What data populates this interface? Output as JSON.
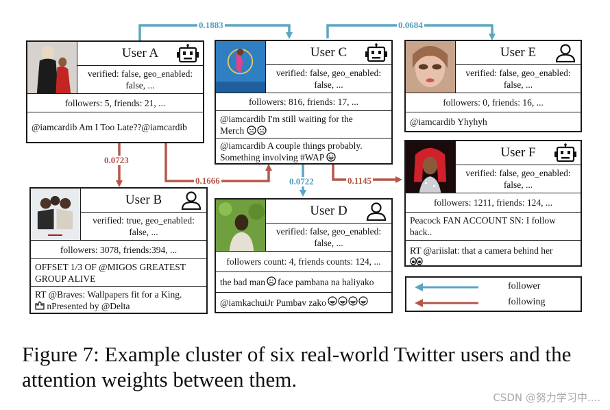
{
  "caption": "Figure 7: Example cluster of six real-world Twitter users and the attention weights between them.",
  "watermark": "CSDN @努力学习中....",
  "colors": {
    "follower": "#5aa6c4",
    "following": "#b5574a"
  },
  "users": {
    "a": {
      "name": "User A",
      "type_icon": "robot-icon",
      "verified": "verified: false, geo_enabled: false, ...",
      "stats": "followers: 5, friends: 21, ...",
      "tweets": [
        "@iamcardib Am I Too Late??@iamcardib"
      ]
    },
    "b": {
      "name": "User B",
      "type_icon": "person-icon",
      "verified": "verified: true, geo_enabled: false, ...",
      "stats": "followers: 3078, friends:394, ...",
      "tweets": [
        "OFFSET 1/3 OF @MIGOS GREATEST GROUP ALIVE",
        "RT @Braves: Wallpapers fit for a King.",
        "nPresented by @Delta"
      ]
    },
    "c": {
      "name": "User C",
      "type_icon": "robot-icon",
      "verified": "verified: false, geo_enabled: false, ...",
      "stats": "followers: 816, friends: 17, ...",
      "tweets": [
        "@iamcardib I'm still waiting for the",
        "Merch",
        "@iamcardib A couple things probably.",
        "Something involving #WAP"
      ]
    },
    "d": {
      "name": "User D",
      "type_icon": "person-icon",
      "verified": "verified: false, geo_enabled: false, ...",
      "stats": "followers count: 4, friends counts: 124, ...",
      "tweets": [
        "the bad man",
        "face pambana na haliyako",
        "@iamkachuiJr Pumbav zako"
      ]
    },
    "e": {
      "name": "User E",
      "type_icon": "person-icon",
      "verified": "verified: false, geo_enabled: false, ...",
      "stats": "followers: 0, friends: 16, ...",
      "tweets": [
        "@iamcardib Yhyhyh"
      ]
    },
    "f": {
      "name": "User F",
      "type_icon": "robot-icon",
      "verified": "verified: false, geo_enabled: false, ...",
      "stats": "followers: 1211, friends: 124, ...",
      "tweets": [
        "Peacock FAN ACCOUNT SN: I follow back..",
        "RT @ariislat: that a camera behind her"
      ]
    }
  },
  "edges": [
    {
      "from": "User A",
      "to": "User C",
      "weight": "0.1883",
      "relation": "follower"
    },
    {
      "from": "User C",
      "to": "User E",
      "weight": "0.0684",
      "relation": "follower"
    },
    {
      "from": "User A",
      "to": "User B",
      "weight": "0.0723",
      "relation": "following"
    },
    {
      "from": "User A",
      "to": "User C",
      "weight": "0.1666",
      "relation": "following"
    },
    {
      "from": "User C",
      "to": "User D",
      "weight": "0.0722",
      "relation": "follower"
    },
    {
      "from": "User C",
      "to": "User F",
      "weight": "0.1145",
      "relation": "following"
    }
  ],
  "legend": {
    "follower": "follower",
    "following": "following"
  }
}
